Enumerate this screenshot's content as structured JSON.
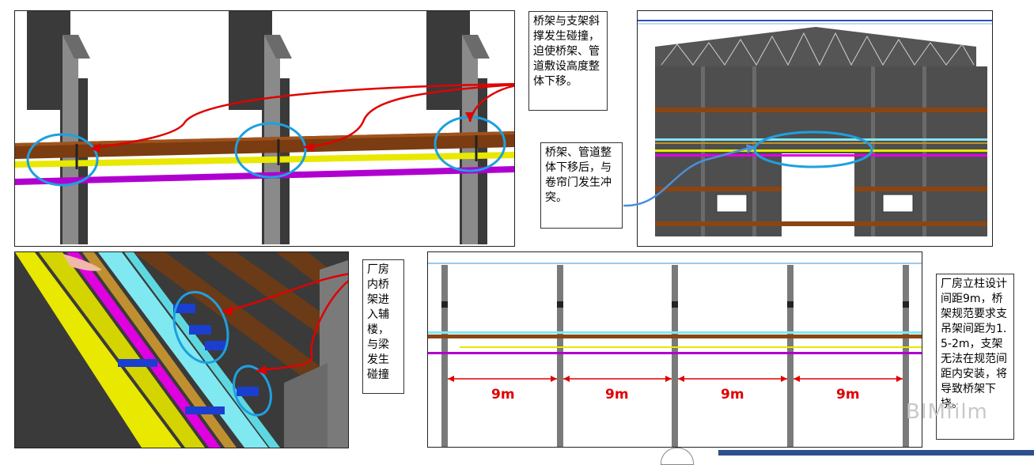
{
  "notes": {
    "p1_note": "桥架与支架斜撑发生碰撞，迫使桥架、管道敷设高度整体下移。",
    "p2_note": "桥架、管道整体下移后，与卷帘门发生冲突。",
    "p3_note": "厂房内桥架进入辅楼，与梁发生碰撞",
    "p4_note": "厂房立柱设计间距9m，桥架规范要求支吊架间距为1.5-2m，支架无法在规范间距内安装，将导致桥架下挠。"
  },
  "dimensions": [
    "9m",
    "9m",
    "9m",
    "9m"
  ],
  "watermark": "BIMfilm",
  "colors": {
    "cable_tray": "#8b4513",
    "yellow_pipe": "#e8e800",
    "purple_pipe": "#b000d0",
    "cyan_pipe": "#80e8f0",
    "highlight_ring": "#1ea0e0",
    "arrow_red": "#e00000"
  }
}
